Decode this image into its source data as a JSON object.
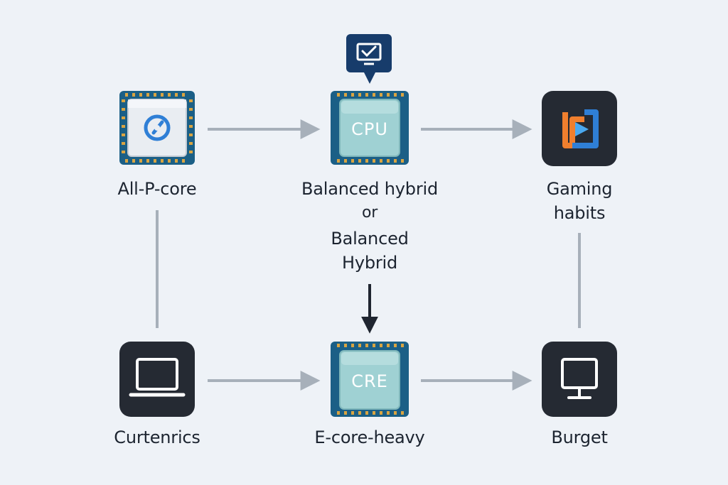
{
  "nodes": {
    "all_p_core": {
      "label": "All-P-core"
    },
    "balanced_hybrid": {
      "chip_text": "CPU",
      "label_line1": "Balanced hybrid",
      "label_line2": "or",
      "label_line3": "Balanced",
      "label_line4": "Hybrid"
    },
    "gaming_habits": {
      "label_line1": "Gaming",
      "label_line2": "habits"
    },
    "curtenrics": {
      "label": "Curtenrics"
    },
    "e_core_heavy": {
      "chip_text": "CRE",
      "label": "E-core-heavy"
    },
    "burget": {
      "label": "Burget"
    }
  },
  "icons": {
    "all_p_core": "gauge-chip-icon",
    "balanced_hybrid": "cpu-chip-icon",
    "badge": "monitor-check-icon",
    "gaming_habits": "play-icon",
    "curtenrics": "laptop-icon",
    "e_core_heavy": "cpu-chip-icon",
    "burget": "monitor-icon"
  },
  "colors": {
    "background": "#eef2f7",
    "connector": "#a7b0ba",
    "arrow_dark": "#1f2530",
    "dark_tile": "#252a33",
    "chip_board": "#1b5f86",
    "chip_die": "#9fd1d3",
    "badge": "#173c6b",
    "accent_blue": "#2f7fd6",
    "accent_orange": "#f07f2e"
  }
}
